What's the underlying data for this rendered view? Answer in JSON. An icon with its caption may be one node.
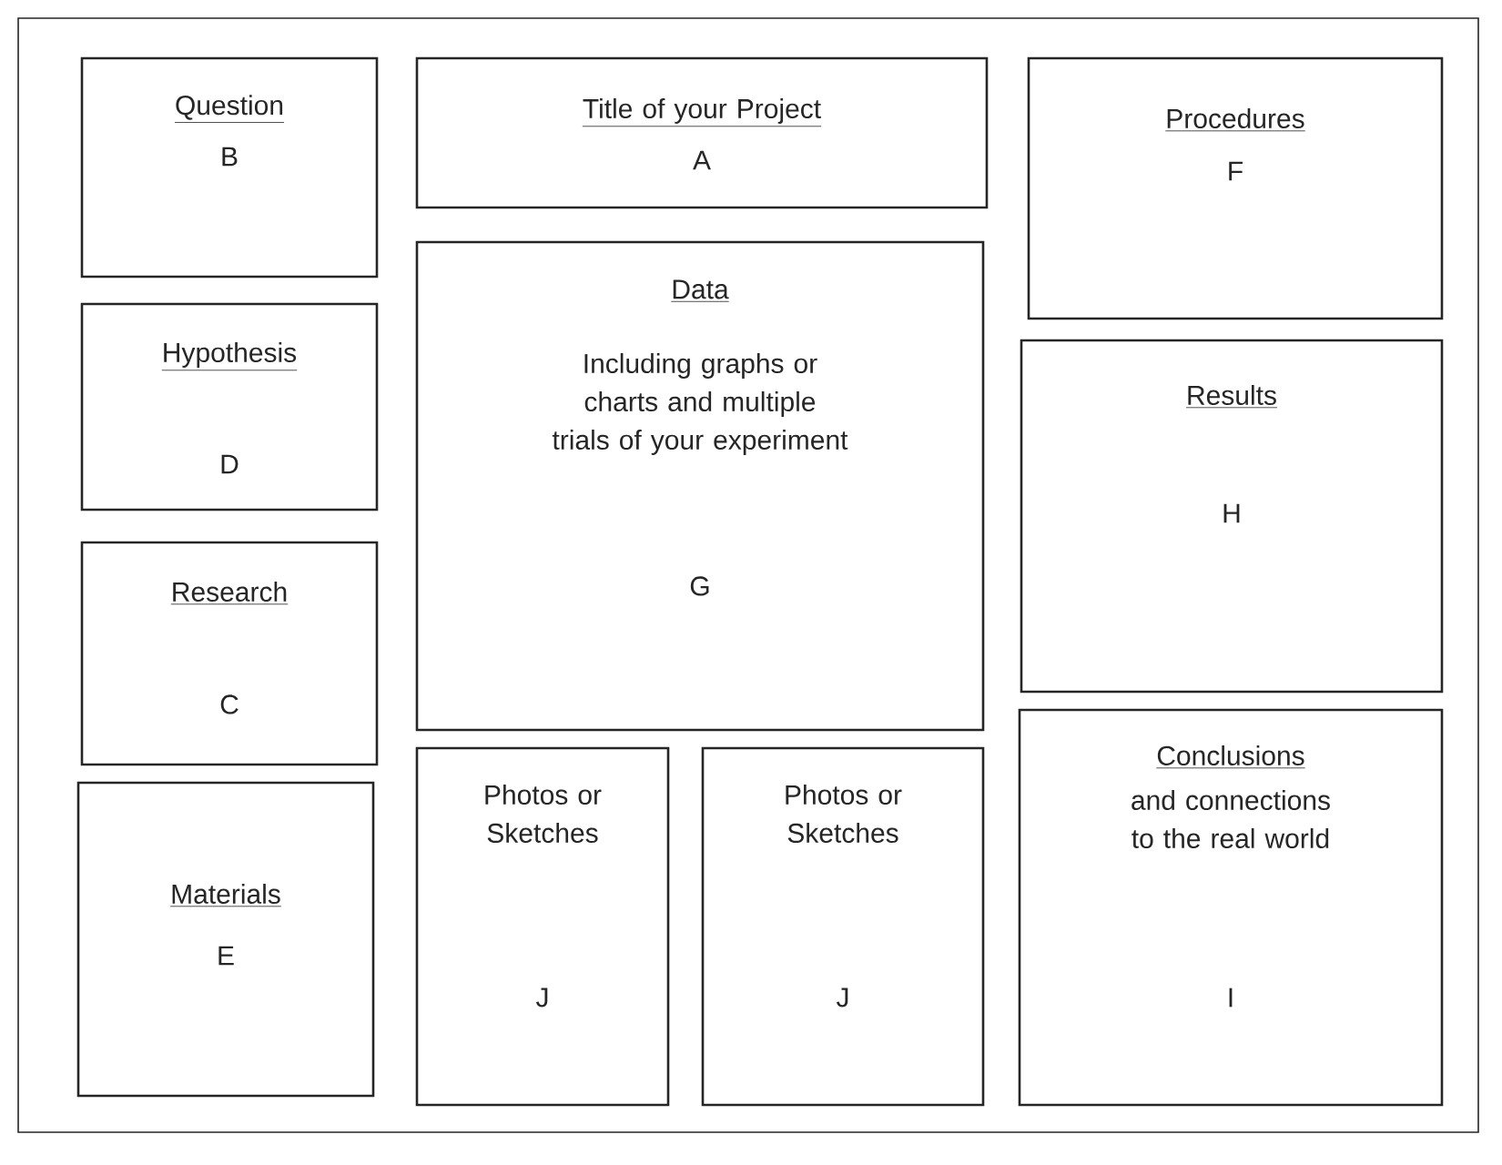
{
  "diagram": {
    "nodes": [
      {
        "text": [],
        "shape": "box"
      },
      {
        "text": [
          "Question",
          "B"
        ],
        "in": 0
      },
      {
        "text": [
          "Title of your Project",
          "A"
        ],
        "in": 0
      },
      {
        "text": [
          "Procedures",
          "F"
        ],
        "in": 0
      },
      {
        "text": [
          "Hypothesis",
          "D"
        ],
        "in": 0
      },
      {
        "text": [
          "Data",
          "Including graphs or charts and multiple trials of your experiment",
          "G"
        ],
        "in": 0
      },
      {
        "text": [
          "Results",
          "H"
        ],
        "in": 0
      },
      {
        "text": [
          "Research",
          "C"
        ],
        "in": 0
      },
      {
        "text": [
          "Materials",
          "E"
        ],
        "in": 0
      },
      {
        "text": [
          "Photos or Sketches",
          "J"
        ],
        "in": 0
      },
      {
        "text": [
          "Photos or Sketches",
          "J"
        ],
        "in": 0
      },
      {
        "text": [
          "Conclusions",
          "and connections to the real world",
          "I"
        ],
        "in": 0
      }
    ],
    "edges": []
  }
}
